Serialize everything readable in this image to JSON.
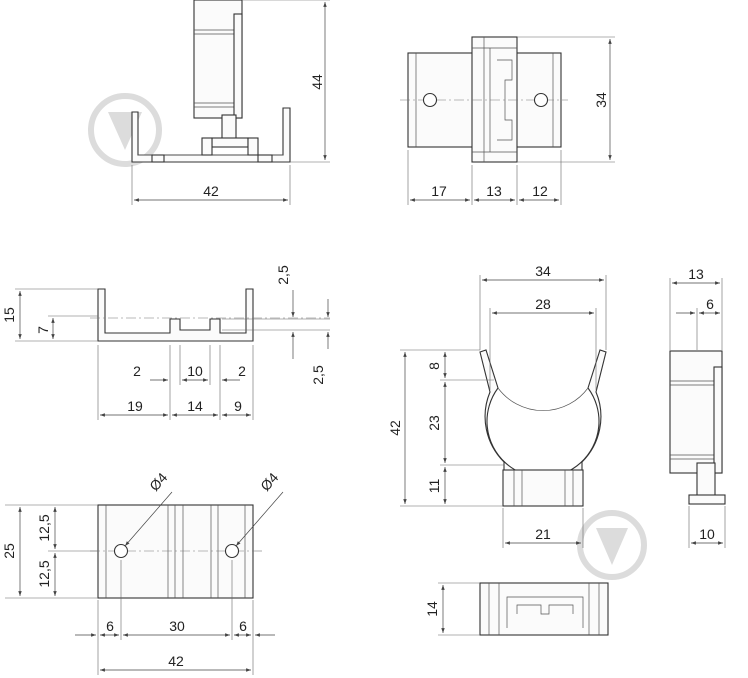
{
  "dimensions": {
    "front_view": {
      "height": "44",
      "width": "42"
    },
    "top_view": {
      "height": "34",
      "left": "17",
      "middle": "13",
      "right": "12"
    },
    "profile_view": {
      "overall_height": "15",
      "inner_height": "7",
      "slot_top": "2,5",
      "slot_bottom": "2,5",
      "slot_gap_left": "2",
      "slot_width": "10",
      "slot_gap_right": "2",
      "left": "19",
      "middle": "14",
      "right": "9"
    },
    "plate_view": {
      "height": "25",
      "upper_half": "12,5",
      "lower_half": "12,5",
      "hole_left": "Ø4",
      "hole_right": "Ø4",
      "edge_left": "6",
      "hole_spacing": "30",
      "edge_right": "6",
      "width": "42"
    },
    "clip_view": {
      "outer_width": "34",
      "inner_width": "28",
      "overall_height": "42",
      "lip": "8",
      "radius_zone": "23",
      "base": "11",
      "base_width": "21"
    },
    "side_view": {
      "width": "13",
      "slot": "6",
      "base": "10"
    },
    "bottom_view": {
      "height": "14"
    }
  },
  "colors": {
    "lines": "#333333",
    "dimension_lines": "#444444",
    "watermark": "#dcdcdc"
  }
}
